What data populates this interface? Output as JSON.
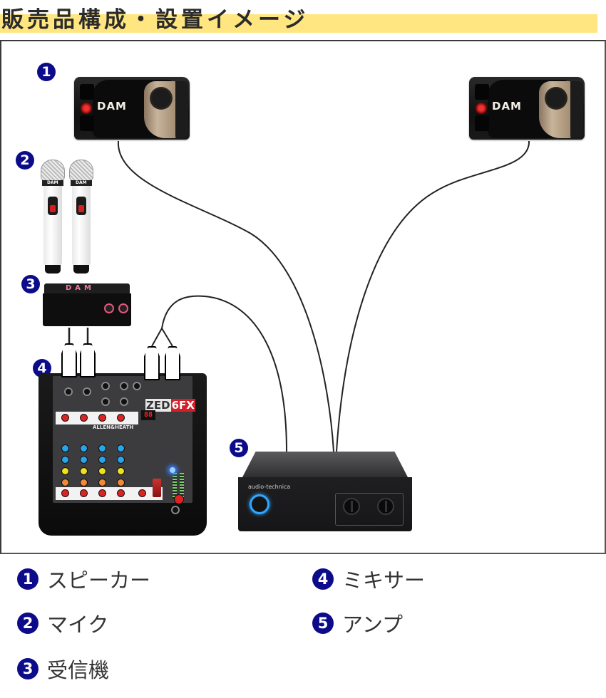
{
  "header": {
    "title": "販売品構成・設置イメージ",
    "highlight_color": "#ffe680"
  },
  "diagram": {
    "components": [
      {
        "number": "1",
        "name": "speaker",
        "brand_label": "DAM",
        "count": 2
      },
      {
        "number": "2",
        "name": "microphone",
        "brand_label": "DAM",
        "count": 2
      },
      {
        "number": "3",
        "name": "receiver",
        "brand_label": "DAM",
        "count": 1
      },
      {
        "number": "4",
        "name": "mixer",
        "brand_label": "ZED6FX",
        "brand_white": "ZED",
        "brand_red": "6FX",
        "maker_label": "ALLEN&HEATH",
        "display": "88",
        "count": 1
      },
      {
        "number": "5",
        "name": "amplifier",
        "brand_label": "audio-technica",
        "count": 1
      }
    ],
    "connections": [
      {
        "from": "speaker-left",
        "to": "amplifier"
      },
      {
        "from": "speaker-right",
        "to": "amplifier"
      },
      {
        "from": "receiver",
        "to": "mixer"
      },
      {
        "from": "mixer",
        "to": "amplifier"
      }
    ],
    "badge_color": "#0c0c8a"
  },
  "legend": {
    "items": [
      {
        "number": "1",
        "label": "スピーカー"
      },
      {
        "number": "2",
        "label": "マイク"
      },
      {
        "number": "3",
        "label": "受信機"
      },
      {
        "number": "4",
        "label": "ミキサー"
      },
      {
        "number": "5",
        "label": "アンプ"
      }
    ]
  }
}
